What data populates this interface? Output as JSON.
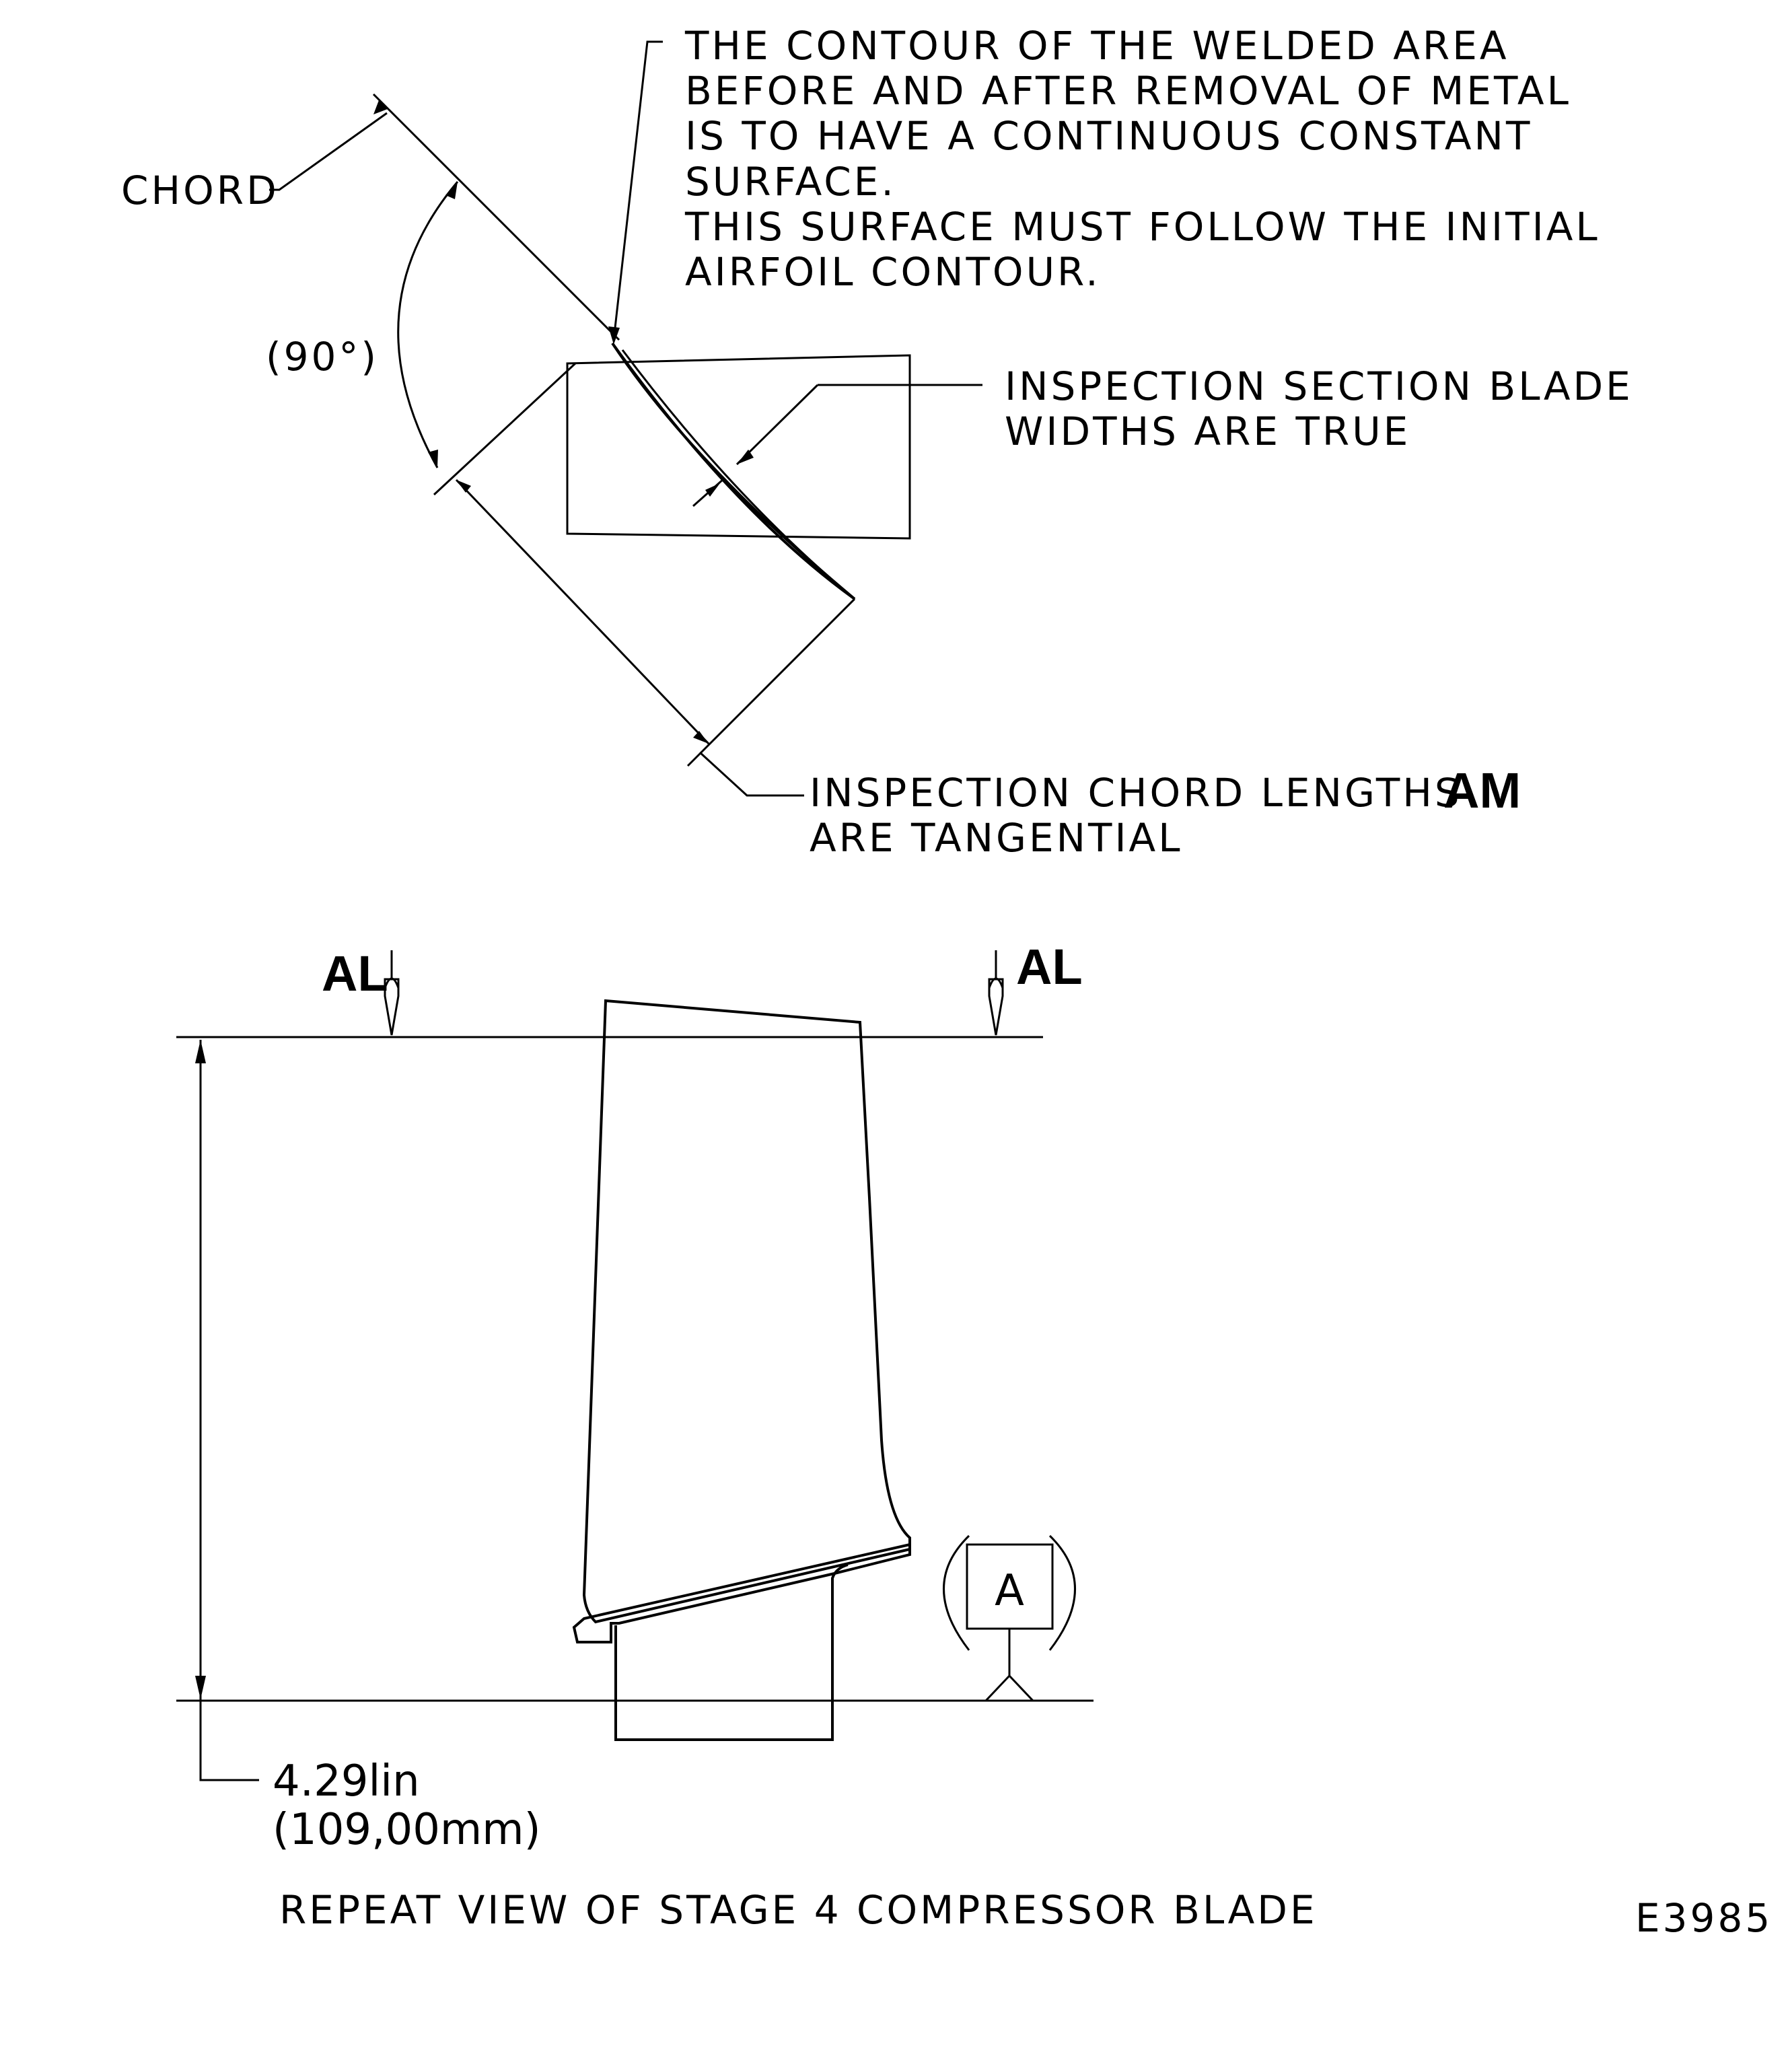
{
  "top_view": {
    "chord_label": "CHORD",
    "angle_label": "(90°)",
    "note_contour": [
      "THE CONTOUR OF THE WELDED AREA",
      "BEFORE AND AFTER REMOVAL OF METAL",
      "IS TO HAVE A CONTINUOUS CONSTANT",
      "SURFACE.",
      "THIS SURFACE MUST FOLLOW THE INITIAL",
      "AIRFOIL CONTOUR."
    ],
    "note_widths": [
      "INSPECTION SECTION BLADE",
      "WIDTHS ARE TRUE"
    ],
    "note_chord_lengths": {
      "line1": "INSPECTION CHORD LENGTHS",
      "ref": "AM",
      "line2": "ARE TANGENTIAL"
    }
  },
  "bottom_view": {
    "section_left": "AL",
    "section_right": "AL",
    "datum": "A",
    "dimension_in": "4.29lin",
    "dimension_mm": "(109,00mm)",
    "caption": "REPEAT VIEW OF STAGE 4 COMPRESSOR BLADE"
  },
  "figure_id": "E3985"
}
